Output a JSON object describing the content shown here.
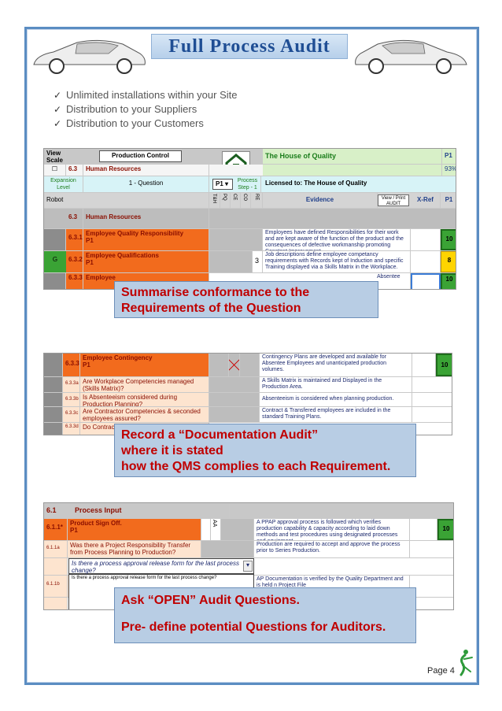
{
  "header": {
    "title": "Full Process Audit"
  },
  "bullets": [
    "Unlimited installations within your Site",
    "Distribution to your Suppliers",
    "Distribution to your Customers"
  ],
  "sheet1": {
    "view_scale": "View\nScale",
    "production_control": "Production Control",
    "house_of_quality": "The House of Quality",
    "p1": "P1",
    "section_num": "6.3",
    "section_name": "Human Resources",
    "percent": "93%",
    "expansion_level": "Expansion\nLevel",
    "question_level": "1 - Question",
    "p1_select": "P1",
    "process_step": "Process\nStep - 1",
    "licensed": "Licensed to: The House of Quality",
    "robot": "Robot",
    "cols": [
      "T&H",
      "PQ",
      "CE",
      "CO",
      "RE"
    ],
    "evidence": "Evidence",
    "view_print": "View / Print\nAUDIT",
    "xref": "X-Ref",
    "p1_col": "P1",
    "rows": [
      {
        "num": "6.3.1",
        "text": "Employee Quality Responsibility\nP1",
        "evidence": "Employees have defined Responsibilities for their work and are kept aware of the function of the product and the consequences of defective workmanship promoting Constant Improvement",
        "score": "10"
      },
      {
        "num": "6.3.2*",
        "text": "Employee Qualifications\nP1",
        "mark": "3",
        "evidence": "Job descriptions define employee competancy requirements with Records kept of Induction and specific Training displayed via a Skills Matrix in the Workplace.",
        "score": "8",
        "g": "G"
      },
      {
        "num": "6.3.3",
        "text": "Employee",
        "evidence": "Absentee",
        "score": "10"
      }
    ]
  },
  "callout1": {
    "line1": "Summarise conformance to the",
    "line2": "Requirements of the Question"
  },
  "sheet2": {
    "rows": [
      {
        "num": "6.3.3",
        "text": "Employee Contingency\nP1",
        "evidence": "Contingency Plans are developed and available for Absentee Employees and unanticipated production volumes.",
        "score": "10"
      },
      {
        "num": "6.3.3a",
        "text": "Are Workplace Competencies managed (Skills Matrix)?",
        "evidence": "A Skills Matrix is maintained and Displayed in the Production Area."
      },
      {
        "num": "6.3.3b",
        "text": "Is Absenteeism considered during Production Planning?",
        "evidence": "Absenteeism is considered when planning production."
      },
      {
        "num": "6.3.3c",
        "text": "Are Contractor Competencies & seconded employees assured?",
        "evidence": "Contract & Transfered employees are included in the standard Training Plans."
      },
      {
        "num": "6.3.3d",
        "text": "Do Contractor",
        "evidence": ""
      }
    ]
  },
  "callout2": {
    "line1": "Record a “Documentation Audit”",
    "line2": "where it is stated",
    "line3": "how the QMS complies to each Requirement."
  },
  "sheet3": {
    "section_num": "6.1",
    "section_name": "Process Input",
    "rows": [
      {
        "num": "6.1.1*",
        "text": "Product Sign Off.\nP1",
        "mark": "AA",
        "evidence": "A PPAP approval process is followed which verifies production capability & capacity according to laid down methods and test procedures using designated processes and equipment.",
        "score": "10"
      },
      {
        "num": "6.1.1a",
        "text": "Was there a Project Responsibility Transfer from Process Planning to Production?",
        "evidence": "Production are required to accept and approve the process prior to Series Production."
      },
      {
        "num": "6.1.1b",
        "text": "",
        "evidence": "AP Documentation is verified by the Quality Department and is held n Project File"
      }
    ],
    "dropdown_value": "Is there a process approval release form for the last process change?",
    "dropdown_option": "Is there a process approval release form for the last process change?"
  },
  "callout3": {
    "line1": "Ask “OPEN” Audit Questions.",
    "line2": "Pre- define potential Questions for Auditors."
  },
  "footer": {
    "page": "Page 4"
  },
  "colors": {
    "frame": "#5b8dc2",
    "orange": "#f26b1d",
    "green": "#3aa335",
    "yellow": "#ffd400",
    "title": "#1f4e94",
    "callout_bg": "#b8cde4",
    "callout_text": "#c00000"
  }
}
